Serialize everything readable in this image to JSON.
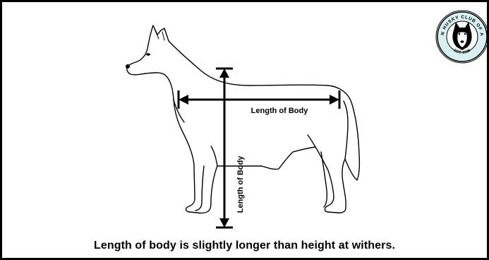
{
  "diagram": {
    "horizontal_label": "Length of Body",
    "vertical_label": "Length of Body",
    "caption": "Length of body is slightly longer than height at withers."
  },
  "logo": {
    "text": "SIBERIAN HUSKY CLUB OF AMERICA",
    "est": "EST. 1938"
  }
}
